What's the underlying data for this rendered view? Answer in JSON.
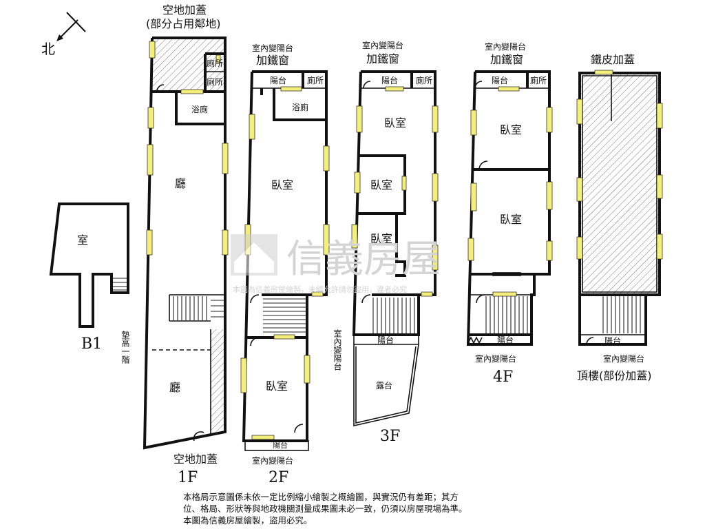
{
  "compass": {
    "north_label": "北"
  },
  "floors": {
    "b1": {
      "label": "B1",
      "room": "室"
    },
    "f1": {
      "label": "1F",
      "top_extension": "空地加蓋",
      "top_extension_note": "(部分占用鄰地)",
      "toilet_a": "廁所",
      "toilet_b": "廁所",
      "bath_kitchen": "浴廁",
      "hall_upper": "廳",
      "hall_lower": "廳",
      "raised_step_note": "墊高一階",
      "bottom_extension": "空地加蓋"
    },
    "f2": {
      "label": "2F",
      "top_balcony_note": "室內變陽台",
      "iron_window": "加鐵窗",
      "balcony": "陽台",
      "toilet": "廁所",
      "bath_kitchen": "浴廁",
      "bedroom_upper": "臥室",
      "bedroom_lower": "臥室",
      "front_balcony": "陽台",
      "front_balcony_note": "室內變陽台"
    },
    "f3": {
      "label": "3F",
      "top_balcony_note": "室內變陽台",
      "iron_window": "加鐵窗",
      "balcony": "陽台",
      "toilet": "廁所",
      "bedroom_1": "臥室",
      "bedroom_2": "臥室",
      "bedroom_3": "臥室",
      "side_note": "室內變陽台",
      "front_balcony": "陽台",
      "terrace": "露台"
    },
    "f4": {
      "label": "4F",
      "top_balcony_note": "室內變陽台",
      "iron_window": "加鐵窗",
      "balcony": "陽台",
      "toilet": "廁所",
      "bedroom_upper": "臥室",
      "bedroom_lower": "臥室",
      "front_balcony": "陽台",
      "front_balcony_note": "室內變陽台"
    },
    "roof": {
      "label": "頂樓(部份加蓋)",
      "cover": "鐵皮加蓋",
      "balcony": "陽台",
      "balcony_note": "室內變陽台"
    }
  },
  "watermark": {
    "brand": "信義房屋",
    "notice": "本圖為信義房屋繪製，未經允許請勿盜用，違者必究"
  },
  "disclaimer": {
    "line1": "本格局示意圖係未依一定比例縮小繪製之概繪圖，與實況仍有差距；其方",
    "line2": "位、格局、形狀等與地政機關測量成果圖未必一致，仍須以房屋現場為準。",
    "line3": "本圖為信義房屋繪製，盜用必究。"
  }
}
